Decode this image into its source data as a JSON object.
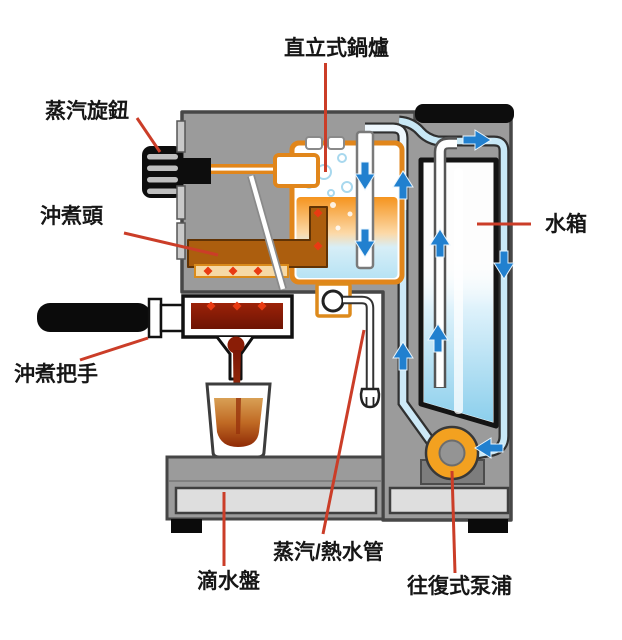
{
  "diagram_title": "espresso-machine-cross-section",
  "labels": {
    "steam_knob": "蒸汽旋鈕",
    "boiler": "直立式鍋爐",
    "water_tank": "水箱",
    "brew_head": "沖煮頭",
    "portafilter": "沖煮把手",
    "drip_tray": "滴水盤",
    "steam_wand": "蒸汽/熱水管",
    "pump": "往復式泵浦"
  },
  "colors": {
    "body_gray": "#9b9b9b",
    "outline_dark": "#474747",
    "panel_light": "#dedede",
    "orange": "#e1861b",
    "brown": "#ac5e0e",
    "tan": "#f6d9a6",
    "pump_orange": "#f3a120",
    "pipe_blue": "#c8e8f6",
    "arrow_blue": "#2180cf",
    "water_blue": "#8ccfec",
    "coffee_dark": "#7c1605",
    "drip_red": "#e93a12",
    "leader_red": "#cb3d28",
    "black": "#0d0d0d"
  }
}
